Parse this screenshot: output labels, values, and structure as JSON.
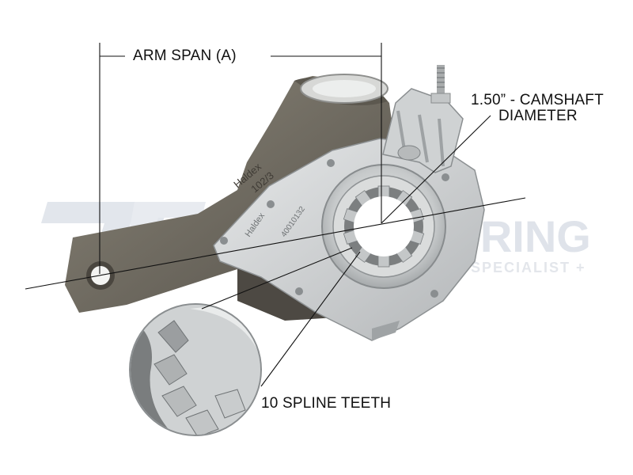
{
  "labels": {
    "arm_span": "ARM SPAN (A)",
    "camshaft_line1": "1.50” - CAMSHAFT",
    "camshaft_line2": "DIAMETER",
    "spline_teeth": "10 SPLINE TEETH"
  },
  "watermark": {
    "line1": "TS SPRING",
    "line2": "SPECIALIST +"
  },
  "part_markings": {
    "arm_stamp_1": "Haldex",
    "arm_stamp_2": "102/3",
    "plate_brand": "Haldex",
    "plate_number": "40010132"
  },
  "colors": {
    "background": "#ffffff",
    "casting": "#6f6a5f",
    "metal": "#c9cccd",
    "watermark": "#dfe3ea",
    "line": "#111111"
  }
}
